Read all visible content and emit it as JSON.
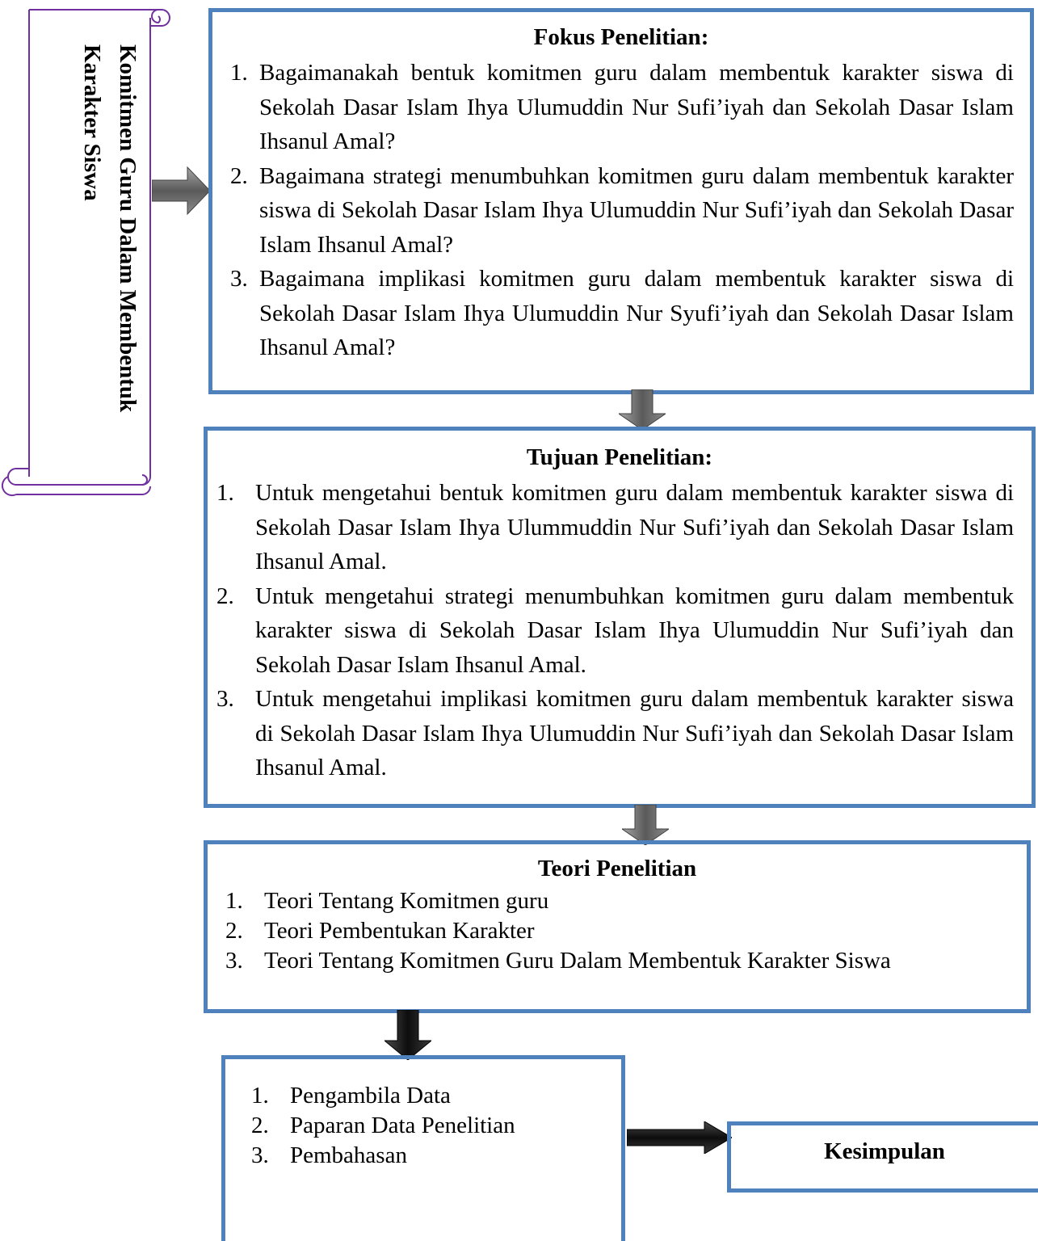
{
  "side_banner": {
    "line1": "Komitmen Guru Dalam Membentuk",
    "line2": "Karakter Siswa"
  },
  "fokus": {
    "title": "Fokus Penelitian:",
    "items": [
      {
        "num": "1.",
        "text": "Bagaimanakah bentuk komitmen guru dalam membentuk karakter siswa di Sekolah Dasar Islam Ihya Ulumuddin Nur Sufi’iyah dan Sekolah Dasar Islam Ihsanul Amal?"
      },
      {
        "num": "2.",
        "text": "Bagaimana strategi menumbuhkan komitmen guru dalam membentuk karakter siswa di Sekolah Dasar Islam Ihya Ulumuddin Nur Sufi’iyah dan Sekolah Dasar Islam Ihsanul Amal?"
      },
      {
        "num": "3.",
        "text": "Bagaimana implikasi komitmen guru dalam membentuk karakter siswa di Sekolah Dasar Islam Ihya Ulumuddin Nur Syufi’iyah dan Sekolah Dasar Islam Ihsanul Amal?"
      }
    ]
  },
  "tujuan": {
    "title": "Tujuan Penelitian:",
    "items": [
      {
        "num": "1.",
        "text": "Untuk mengetahui bentuk komitmen guru dalam membentuk karakter siswa di Sekolah Dasar Islam Ihya Ulummuddin Nur Sufi’iyah dan Sekolah Dasar Islam Ihsanul Amal."
      },
      {
        "num": "2.",
        "text": "Untuk mengetahui strategi menumbuhkan komitmen guru dalam membentuk karakter siswa di Sekolah Dasar Islam Ihya Ulumuddin Nur Sufi’iyah dan Sekolah Dasar Islam Ihsanul Amal."
      },
      {
        "num": "3.",
        "text": "Untuk mengetahui implikasi komitmen guru dalam membentuk karakter siswa di Sekolah Dasar Islam Ihya Ulumuddin Nur Sufi’iyah dan Sekolah Dasar Islam Ihsanul Amal."
      }
    ]
  },
  "teori": {
    "title": "Teori Penelitian",
    "items": [
      {
        "num": "1.",
        "text": "Teori Tentang Komitmen guru"
      },
      {
        "num": "2.",
        "text": "Teori Pembentukan Karakter"
      },
      {
        "num": "3.",
        "text": "Teori Tentang Komitmen Guru Dalam Membentuk Karakter Siswa"
      }
    ]
  },
  "proses": {
    "items": [
      {
        "num": "1.",
        "text": "Pengambila Data"
      },
      {
        "num": "2.",
        "text": "Paparan Data Penelitian"
      },
      {
        "num": "3.",
        "text": "Pembahasan"
      }
    ]
  },
  "kesimpulan": {
    "label": "Kesimpulan"
  },
  "colors": {
    "box_border": "#4f81bd",
    "scroll_stroke": "#7030a0",
    "arrow_fill": "#7f7f7f"
  }
}
